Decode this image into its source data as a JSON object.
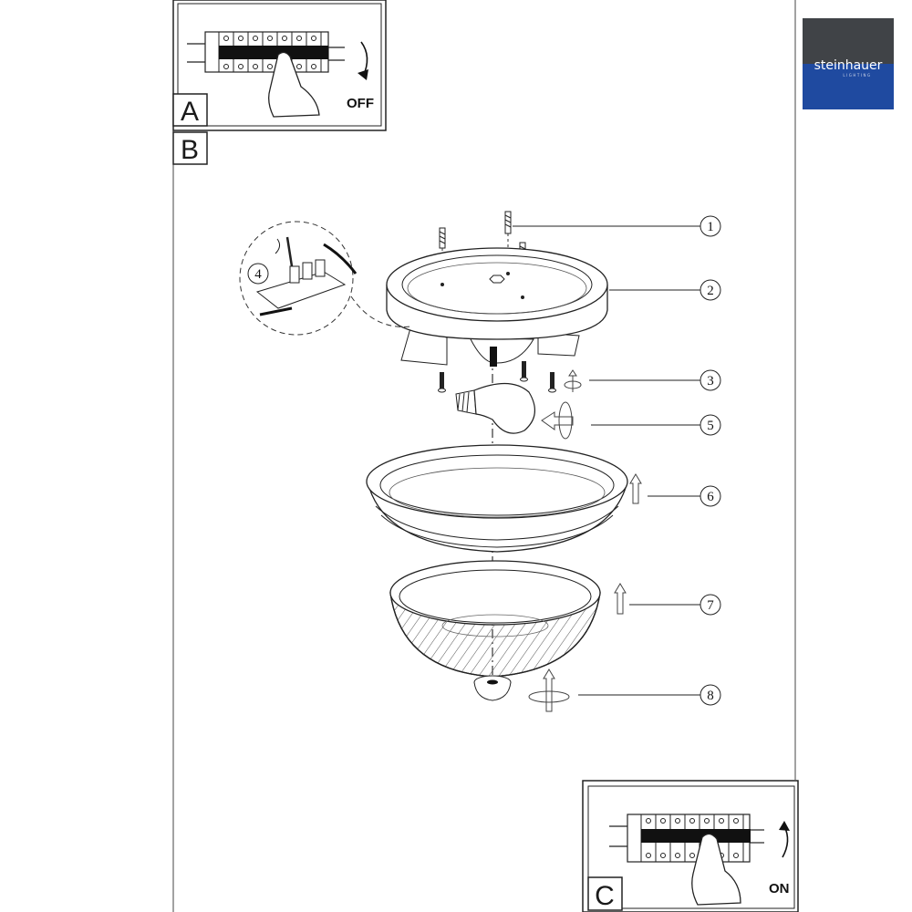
{
  "panels": {
    "a": {
      "letter": "A",
      "switch_label": "OFF"
    },
    "b": {
      "letter": "B"
    },
    "c": {
      "letter": "C",
      "switch_label": "ON"
    }
  },
  "callouts": [
    "1",
    "2",
    "3",
    "4",
    "5",
    "6",
    "7",
    "8"
  ],
  "brand": {
    "name": "steinhauer",
    "tagline": "LIGHTING",
    "colors": {
      "top": "#404347",
      "bottom": "#1f4aa0"
    }
  },
  "icons": [
    "terminal-block-icon",
    "hand-icon",
    "rotate-arrow-icon",
    "screw-icon",
    "bulb-icon",
    "up-arrow-icon"
  ]
}
